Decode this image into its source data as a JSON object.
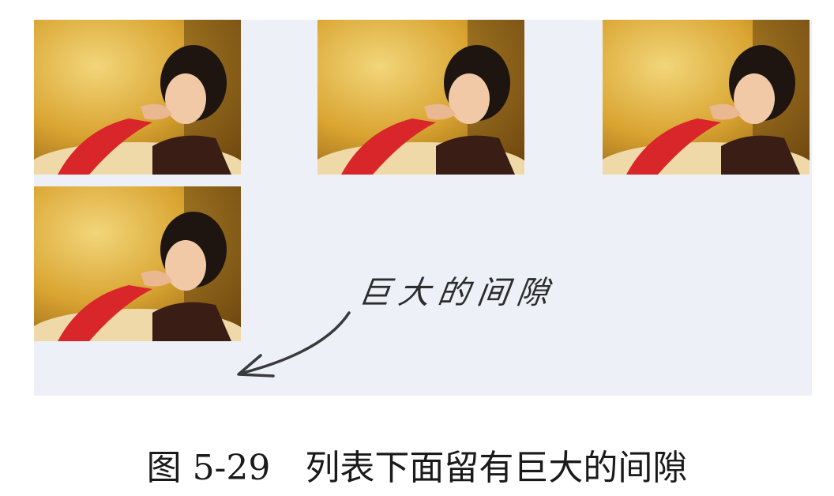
{
  "figure": {
    "annotation": "巨大的间隙",
    "caption_number": "图 5-29",
    "caption_text": "列表下面留有巨大的间隙"
  },
  "colors": {
    "panel_background": "#eef0f7",
    "photo_background": "#d9a431",
    "sweater": "#d8262b",
    "hair": "#1e1410"
  },
  "thumbnails": [
    {
      "name": "photo-1"
    },
    {
      "name": "photo-2"
    },
    {
      "name": "photo-3"
    },
    {
      "name": "photo-4"
    }
  ]
}
